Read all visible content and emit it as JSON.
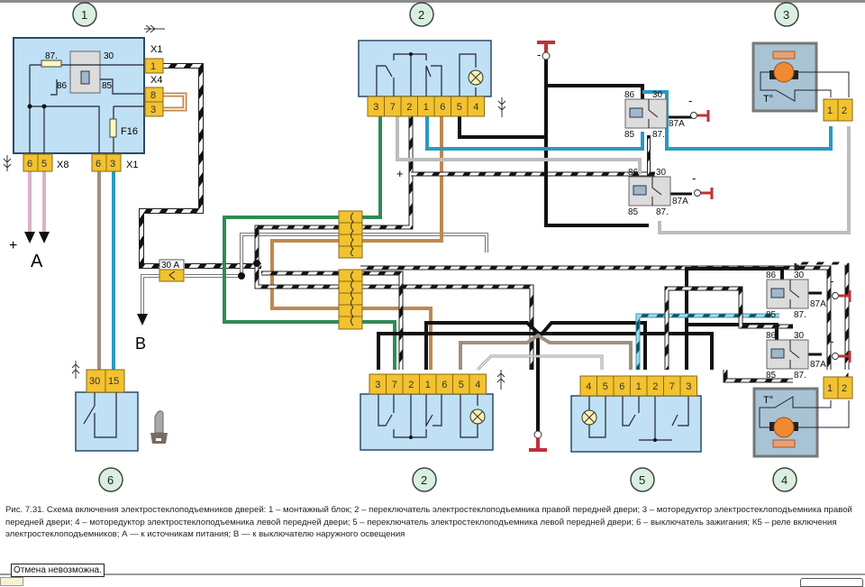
{
  "diagram": {
    "components": [
      {
        "id": "1",
        "name": "Монтажный блок"
      },
      {
        "id": "2",
        "name": "Переключатель правой передней двери"
      },
      {
        "id": "3",
        "name": "Моторедуктор правой передней двери"
      },
      {
        "id": "2",
        "name": "Переключатель (нижний)"
      },
      {
        "id": "5",
        "name": "Переключатель левой передней двери"
      },
      {
        "id": "4",
        "name": "Моторедуктор левой передней двери"
      },
      {
        "id": "6",
        "name": "Выключатель зажигания"
      }
    ],
    "labels": {
      "c1": "1",
      "c2top": "2",
      "c3": "3",
      "c2bot": "2",
      "c5": "5",
      "c4": "4",
      "c6": "6",
      "x1_top": "X1",
      "x4": "X4",
      "x8": "X8",
      "x1_bot": "X1",
      "pin87_mb": "87.",
      "pin30_mb": "30",
      "pin86_mb": "86",
      "pin85_mb": "85",
      "fuse": "F16",
      "plusA": "+",
      "A": "A",
      "B": "B",
      "fuse30A": "30 A",
      "plus_bus": "+",
      "minus": "-",
      "temp": "T°"
    },
    "connectors": {
      "mb_x1_top": [
        "1"
      ],
      "mb_x4": [
        "8",
        "3"
      ],
      "mb_x8": [
        "6",
        "5"
      ],
      "mb_x1_bot": [
        "6",
        "3"
      ],
      "sw2_top": [
        "3",
        "7",
        "2",
        "1",
        "6",
        "5",
        "4"
      ],
      "sw2_bot": [
        "3",
        "7",
        "2",
        "1",
        "6",
        "5",
        "4"
      ],
      "sw5": [
        "4",
        "5",
        "6",
        "1",
        "2",
        "7",
        "3"
      ],
      "motor3": [
        "1",
        "2"
      ],
      "motor4": [
        "1",
        "2"
      ],
      "ign6": [
        "30",
        "15"
      ]
    },
    "relays": [
      {
        "name": "relay-right-upper",
        "p86": "86",
        "p85": "85",
        "p30": "30",
        "p87": "87.",
        "p87a": "87A"
      },
      {
        "name": "relay-right-lower",
        "p86": "86",
        "p85": "85",
        "p30": "30",
        "p87": "87.",
        "p87a": "87A"
      },
      {
        "name": "relay-left-upper",
        "p86": "86",
        "p85": "85",
        "p30": "30",
        "p87": "87.",
        "p87a": "87A"
      },
      {
        "name": "relay-left-lower",
        "p86": "86",
        "p85": "85",
        "p30": "30",
        "p87": "87.",
        "p87a": "87A"
      }
    ],
    "colors": {
      "block_fill": "#bfe0f5",
      "block_stroke": "#2d4a66",
      "pin_fill": "#f2c230",
      "pin_stroke": "#8a6a10",
      "wire_green": "#2e8b57",
      "wire_brown": "#c08850",
      "wire_blue": "#2a9ac0",
      "wire_gray": "#bdbdbd",
      "wire_pink": "#d8b0c8",
      "wire_taupe": "#a09080",
      "ground_red": "#c0303a",
      "relay_fill": "#dcdcdc",
      "motor_fill": "#a8c4d4",
      "motor_orange": "#f08a30",
      "circle_fill": "#d9f0e0"
    }
  },
  "caption": "Рис. 7.31. Схема включения электростеклоподъемников дверей: 1 – монтажный блок; 2 – переключатель электростеклоподъемника правой передней двери; 3 – моторедуктор электростеклоподъемника правой передней двери; 4 – моторедуктор электростеклоподъемника левой передней двери; 5 – переключатель электростеклоподъемника левой передней двери; 6 – выключатель зажигания; К5 – реле включения электростеклоподъемников; А — к источникам питания; В — к выключателю наружного освещения",
  "tooltip": "Отмена невозможна."
}
